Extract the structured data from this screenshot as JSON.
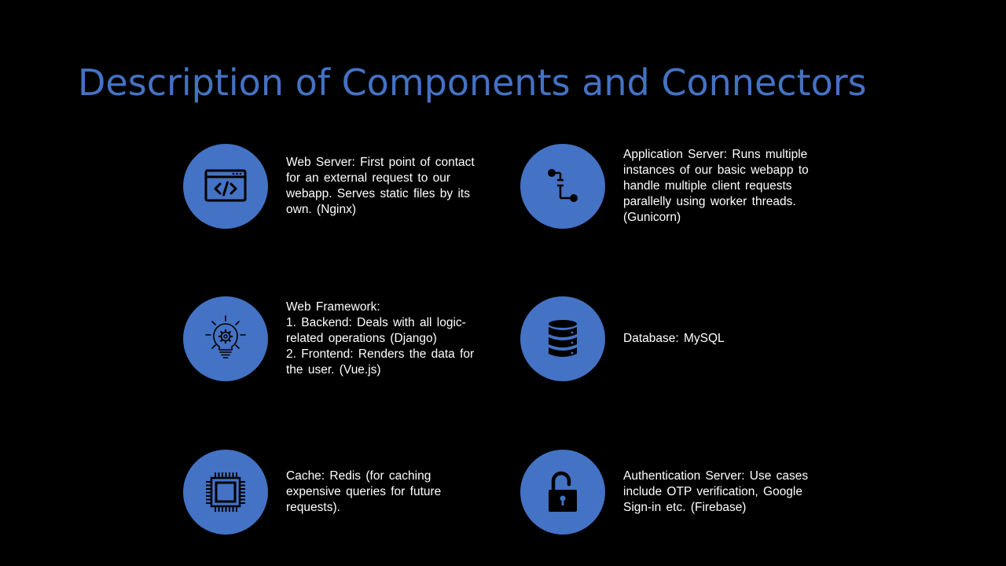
{
  "slide": {
    "title": "Description of Components and Connectors"
  },
  "colors": {
    "background": "#000000",
    "accent": "#4472c4",
    "icon_glyph": "#000000",
    "text": "#ffffff"
  },
  "components": [
    {
      "icon": "code-window-icon",
      "text": "Web Server:  First point of contact  for  an external  request  to our webapp.  Serves  static files by its own.  (Nginx)"
    },
    {
      "icon": "connector-path-icon",
      "text": "Application  Server:  Runs multiple  instances  of our basic webapp  to handle  multiple  client requests  parallelly  using  worker threads.  (Gunicorn)"
    },
    {
      "icon": "lightbulb-gear-icon",
      "text": "Web Framework:\n1.  Backend:  Deals  with  all logic-related  operations  (Django)\n2.  Frontend:  Renders  the  data for  the user.  (Vue.js)"
    },
    {
      "icon": "database-icon",
      "text": "Database:  MySQL"
    },
    {
      "icon": "cpu-chip-icon",
      "text": "Cache:  Redis  (for caching expensive  queries  for future requests)."
    },
    {
      "icon": "unlocked-padlock-icon",
      "text": "Authentication  Server:  Use cases include OTP verification, Google  Sign-in etc.  (Firebase)"
    }
  ]
}
